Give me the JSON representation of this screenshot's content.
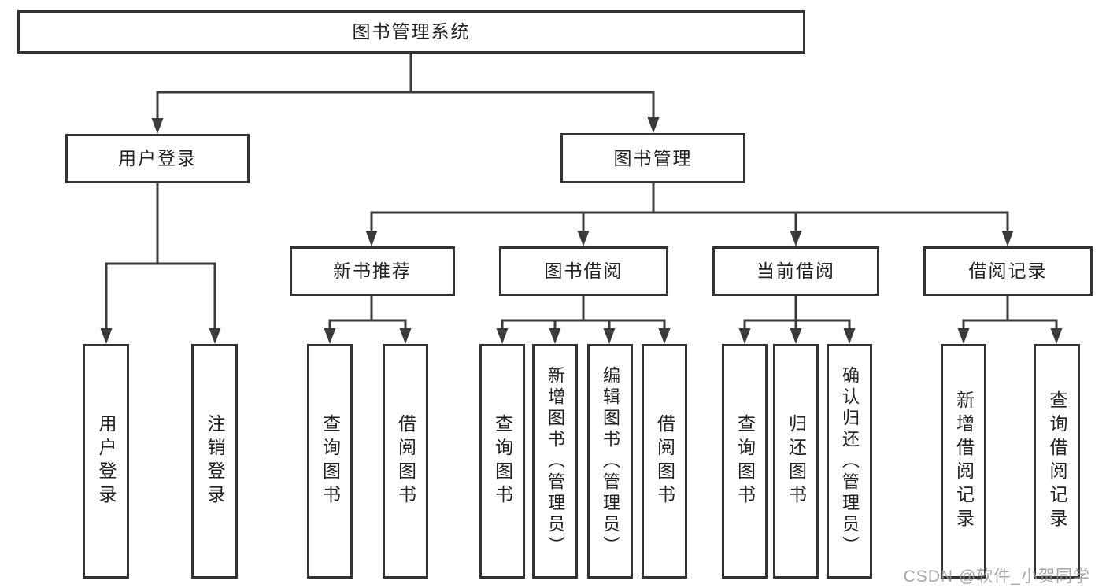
{
  "colors": {
    "background": "#ffffff",
    "node_border": "#333333",
    "node_fill": "#ffffff",
    "connector_line": "#3a3a3a",
    "text": "#222222",
    "watermark_gray": "#969696"
  },
  "diagram": {
    "root": {
      "label": "图书管理系统"
    },
    "children": [
      {
        "label": "用户登录",
        "children": [
          {
            "label": "用户登录"
          },
          {
            "label": "注销登录"
          }
        ]
      },
      {
        "label": "图书管理",
        "children": [
          {
            "label": "新书推荐",
            "children": [
              {
                "label": "查询图书"
              },
              {
                "label": "借阅图书"
              }
            ]
          },
          {
            "label": "图书借阅",
            "children": [
              {
                "label": "查询图书"
              },
              {
                "label": "新增图书（管理员）"
              },
              {
                "label": "编辑图书（管理员）"
              },
              {
                "label": "借阅图书"
              }
            ]
          },
          {
            "label": "当前借阅",
            "children": [
              {
                "label": "查询图书"
              },
              {
                "label": "归还图书"
              },
              {
                "label": "确认归还（管理员）"
              }
            ]
          },
          {
            "label": "借阅记录",
            "children": [
              {
                "label": "新增借阅记录"
              },
              {
                "label": "查询借阅记录"
              }
            ]
          }
        ]
      }
    ]
  },
  "watermark": {
    "text": "CSDN @软件_小贺同学"
  }
}
